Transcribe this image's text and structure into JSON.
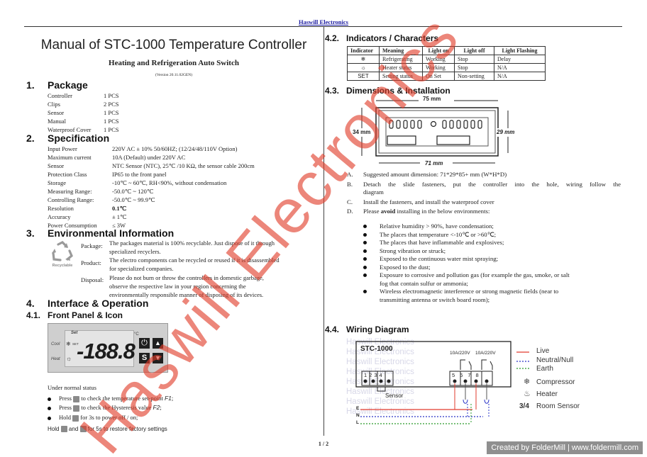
{
  "header": {
    "brand": "Haswill Electronics"
  },
  "title": "Manual of STC-1000 Temperature Controller",
  "subtitle": "Heating and Refrigeration Auto Switch",
  "version": "(Version 20.11.02GEN)",
  "package": {
    "num": "1.",
    "title": "Package",
    "rows": [
      [
        "Controller",
        "1 PCS"
      ],
      [
        "Clips",
        "2 PCS"
      ],
      [
        "Sensor",
        "1 PCS"
      ],
      [
        "Manual",
        "1 PCS"
      ],
      [
        "Waterproof Cover",
        "1 PCS"
      ]
    ]
  },
  "spec": {
    "num": "2.",
    "title": "Specification",
    "rows": [
      [
        "Input Power",
        "220V AC ± 10% 50/60HZ; (12/24/48/110V Option)"
      ],
      [
        "Maximum current",
        "10A (Default) under 220V AC"
      ],
      [
        "Sensor",
        "NTC Sensor (NTC), 25℃ /10 KΩ, the sensor cable 200cm"
      ],
      [
        "Protection Class",
        "IP65 to the front panel"
      ],
      [
        "Storage",
        "-10℃ ~ 60℃, RH<90%, without condensation"
      ],
      [
        "Measuring Range:",
        "-50.0℃ ~ 120℃"
      ],
      [
        "Controlling Range:",
        "-50.0℃ ~ 99.9℃"
      ],
      [
        "Resolution",
        "0.1℃"
      ],
      [
        "Accuracy",
        "± 1℃"
      ],
      [
        "Power Consumption",
        "≤ 3W"
      ]
    ]
  },
  "env": {
    "num": "3.",
    "title": "Environmental Information",
    "recyclable": "Recyclable",
    "package_label": "Package:",
    "package_text1": "The packages material is 100% recyclable. Just dispose of it through",
    "package_text2": "specialized recyclers.",
    "product_label": "Product:",
    "product_text1": "The electro components can be recycled or reused if it is disassembled",
    "product_text2": "for specialized companies.",
    "disposal_label": "Disposal:",
    "disposal_text1": "Please do not burn or throw the controllers in domestic garbage,",
    "disposal_text2": "observe the respective law in your region concerning the",
    "disposal_text3": "environmentally responsible manner of disposing of its devices."
  },
  "iface": {
    "num": "4.",
    "title": "Interface & Operation",
    "sub_num": "4.1.",
    "sub_title": "Front Panel & Icon",
    "panel": {
      "set": "Set",
      "cool": "Cool",
      "set_small": "SET",
      "heat": "Heat",
      "digits": "-188.8",
      "unit": "°C"
    },
    "normal": "Under normal status",
    "b1a": "Press",
    "b1b": "to check the temperature set-point",
    "b1c": "F1",
    "b2a": "Press",
    "b2b": "to check the Hysteresis value",
    "b2c": "F2",
    "b3a": "Hold",
    "b3b": "for 3s to power off / on;",
    "h1": "Hold",
    "h2": "and",
    "h3": "for 5s to restore factory settings"
  },
  "ind": {
    "num": "4.2.",
    "title": "Indicators / Characters",
    "head": [
      "Indicator",
      "Meaning",
      "Light on",
      "Light off",
      "Light Flashing"
    ],
    "rows": [
      [
        "❄",
        "Refrigerating",
        "Working",
        "Stop",
        "Delay"
      ],
      [
        "☼",
        "Heater status",
        "Working",
        "Stop",
        "N/A"
      ],
      [
        "SET",
        "Setting status",
        "On Set",
        "Non-setting",
        "N/A"
      ]
    ]
  },
  "dim": {
    "num": "4.3.",
    "title": "Dimensions & Installation",
    "w_top": "75 mm",
    "h_left": "34 mm",
    "h_right": "29 mm",
    "w_bot": "71 mm",
    "items": [
      {
        "k": "A.",
        "t": "Suggested amount dimension: 71*29*85+ mm (W*H*D)"
      },
      {
        "k": "B.",
        "t": "Detach the slide fasteners, put the controller into the hole, wiring follow the",
        "t2": "diagram"
      },
      {
        "k": "C.",
        "t": "Install the fasteners, and install the waterproof cover"
      },
      {
        "k": "D.",
        "t": "Please",
        "bold": "avoid",
        "t3": "installing in the below environments:"
      }
    ],
    "bullets": [
      "Relative humidity > 90%, have condensation;",
      "The places that temperature <-10℃ or >60℃;",
      "The places that have inflammable and explosives;",
      "Strong vibration or struck;",
      "Exposed to the continuous water mist spraying;",
      "Exposed to the dust;",
      "Exposure to corrosive and pollution gas (for example the gas, smoke, or salt",
      "Wireless electromagnetic interference or strong magnetic fields (near to"
    ],
    "bullet7b": "fog that contain sulfur or ammonia;",
    "bullet8b": "transmitting antenna or switch board room);"
  },
  "wiring": {
    "num": "4.4.",
    "title": "Wiring Diagram",
    "model": "STC-1000",
    "relay1": "10A/220V",
    "relay2": "10A/220V",
    "sensor": "Sensor",
    "terms": [
      "1",
      "2",
      "3",
      "4",
      "5",
      "6",
      "7",
      "8"
    ],
    "e": "E",
    "n": "N",
    "l": "L",
    "legend": [
      "Live",
      "Neutral/Null",
      "Earth",
      "Compressor",
      "Heater",
      "Room Sensor"
    ],
    "rs": "3/4",
    "bg_text": "Haswill Electronics"
  },
  "watermark": "Haswill Electronics",
  "page": "1 / 2",
  "footer": "Created by FolderMill | www.foldermill.com",
  "colors": {
    "live": "#e23b2e",
    "neutral": "#2a34c8",
    "earth": "#2a9a2a",
    "watermark": "#e13c28"
  }
}
